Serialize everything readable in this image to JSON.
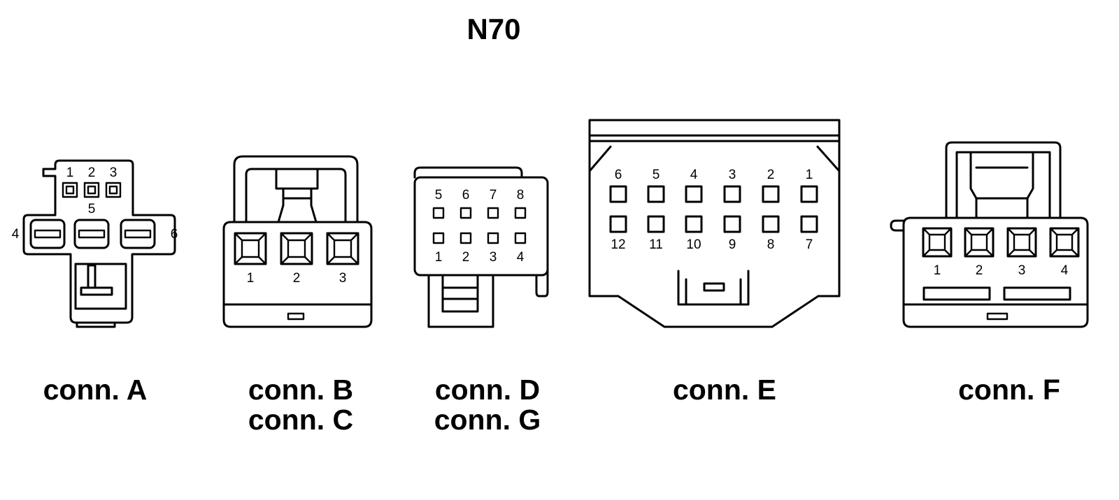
{
  "title": "N70",
  "connectors": {
    "a": {
      "captions": [
        "conn. A"
      ],
      "pins": [
        "1",
        "2",
        "3",
        "4",
        "5",
        "6"
      ]
    },
    "bc": {
      "captions": [
        "conn. B",
        "conn. C"
      ],
      "pins": [
        "1",
        "2",
        "3"
      ]
    },
    "dg": {
      "captions": [
        "conn. D",
        "conn. G"
      ],
      "pins": [
        "1",
        "2",
        "3",
        "4",
        "5",
        "6",
        "7",
        "8"
      ]
    },
    "e": {
      "captions": [
        "conn. E"
      ],
      "pins": [
        "1",
        "2",
        "3",
        "4",
        "5",
        "6",
        "7",
        "8",
        "9",
        "10",
        "11",
        "12"
      ]
    },
    "f": {
      "captions": [
        "conn. F"
      ],
      "pins": [
        "1",
        "2",
        "3",
        "4"
      ]
    }
  }
}
